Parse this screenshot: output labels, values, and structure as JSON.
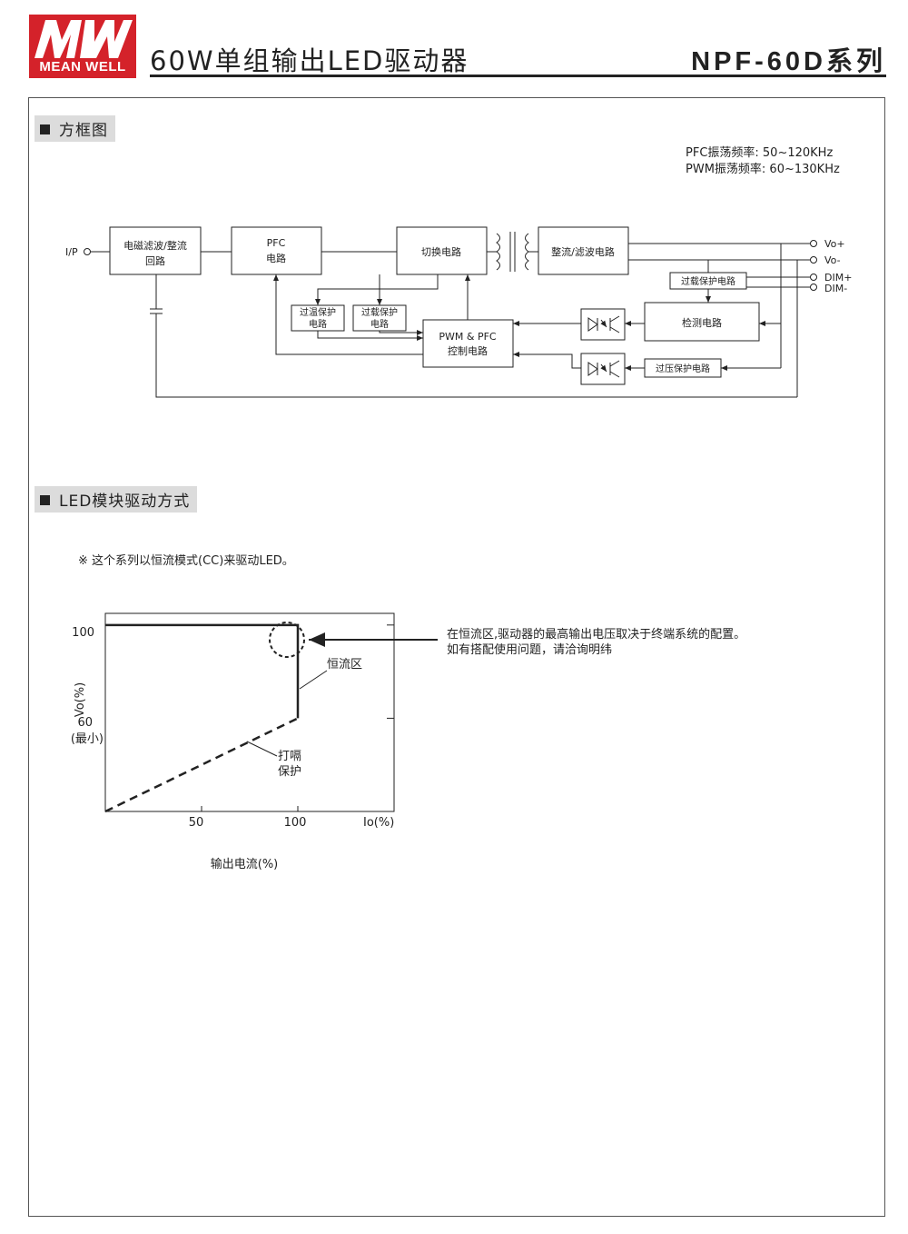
{
  "header": {
    "logo_text": "MEAN WELL",
    "title": "60W单组输出LED驱动器",
    "series": "NPF-60D系列"
  },
  "block_diagram": {
    "section_title": "方框图",
    "freq_pfc": "PFC振荡频率: 50~120KHz",
    "freq_pwm": "PWM振荡频率: 60~130KHz",
    "input_label": "I/P",
    "blocks": {
      "emi": [
        "电磁滤波/整流",
        "回路"
      ],
      "pfc": [
        "PFC",
        "电路"
      ],
      "switch": "切换电路",
      "rectifier": "整流/滤波电路",
      "otp": [
        "过温保护",
        "电路"
      ],
      "olp_left": [
        "过载保护",
        "电路"
      ],
      "pwm": [
        "PWM & PFC",
        "控制电路"
      ],
      "detect": "检测电路",
      "olp_right": "过载保护电路",
      "ovp": "过压保护电路"
    },
    "outputs": [
      "Vo+",
      "Vo-",
      "DIM+",
      "DIM-"
    ]
  },
  "led_section": {
    "section_title": "LED模块驱动方式",
    "note": "※ 这个系列以恒流模式(CC)来驱动LED。",
    "annotation_line1": "在恒流区,驱动器的最高输出电压取决于终端系统的配置。",
    "annotation_line2": "如有搭配使用问题，请洽询明纬"
  },
  "chart_data": {
    "type": "line",
    "ylabel": "Vo(%)",
    "xlabel": "输出电流(%)",
    "x_unit_label": "Io(%)",
    "y_ticks": [
      "100",
      "60"
    ],
    "y_tick_sub": "(最小)",
    "x_ticks": [
      "50",
      "100"
    ],
    "xlim": [
      0,
      150
    ],
    "ylim": [
      20,
      105
    ],
    "series": [
      {
        "style": "solid",
        "points": [
          [
            0,
            100
          ],
          [
            100,
            100
          ],
          [
            100,
            60
          ]
        ]
      },
      {
        "style": "dashed",
        "points": [
          [
            0,
            20
          ],
          [
            100,
            60
          ]
        ]
      }
    ],
    "labels": {
      "cc_region": "恒流区",
      "hiccup_line1": "打嗝",
      "hiccup_line2": "保护"
    }
  }
}
